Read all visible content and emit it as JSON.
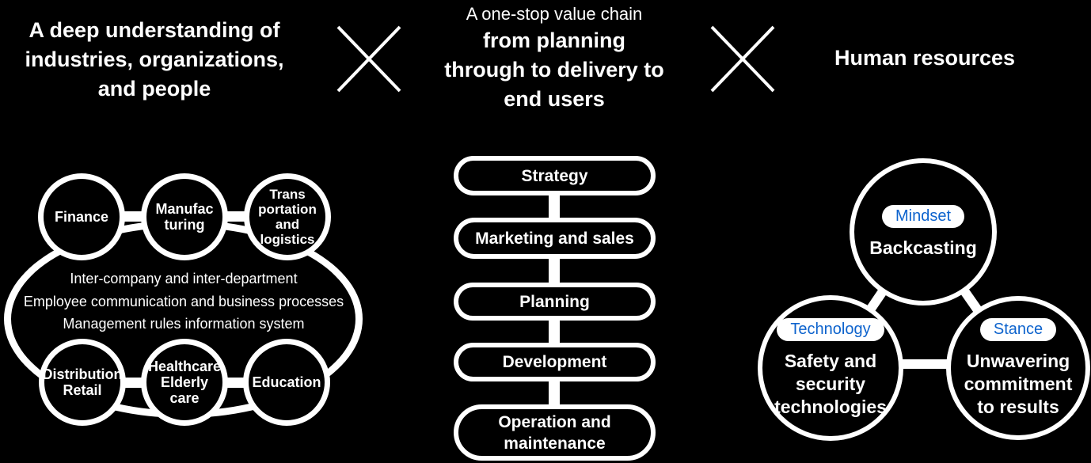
{
  "colors": {
    "background": "#000000",
    "text": "#ffffff",
    "accent_blue": "#0d63cd"
  },
  "icons": {
    "multiply": "✕"
  },
  "left": {
    "title": [
      "A deep understanding of",
      "industries, organizations,",
      "and people"
    ],
    "top_circles": [
      {
        "label": [
          "Finance"
        ]
      },
      {
        "label": [
          "Manufac",
          "turing"
        ]
      },
      {
        "label": [
          "Trans",
          "portation",
          "and",
          "logistics"
        ]
      }
    ],
    "center_lines": [
      "Inter-company and inter-department",
      "Employee communication and business processes",
      "Management rules information system"
    ],
    "bottom_circles": [
      {
        "label": [
          "Distribution",
          "Retail"
        ]
      },
      {
        "label": [
          "Healthcare",
          "Elderly care"
        ]
      },
      {
        "label": [
          "Education"
        ]
      }
    ]
  },
  "middle": {
    "title_small": "A one-stop value chain",
    "title_bold": [
      "from planning",
      "through to delivery to",
      "end users"
    ],
    "steps": [
      {
        "lines": [
          "Strategy"
        ]
      },
      {
        "lines": [
          "Marketing and sales"
        ]
      },
      {
        "lines": [
          "Planning"
        ]
      },
      {
        "lines": [
          "Development"
        ]
      },
      {
        "lines": [
          "Operation and",
          "maintenance"
        ]
      }
    ]
  },
  "right": {
    "title": "Human resources",
    "circles": [
      {
        "badge": "Mindset",
        "lines": [
          "Backcasting"
        ]
      },
      {
        "badge": "Technology",
        "lines": [
          "Safety and",
          "security",
          "technologies"
        ]
      },
      {
        "badge": "Stance",
        "lines": [
          "Unwavering",
          "commitment",
          "to results"
        ]
      }
    ]
  }
}
